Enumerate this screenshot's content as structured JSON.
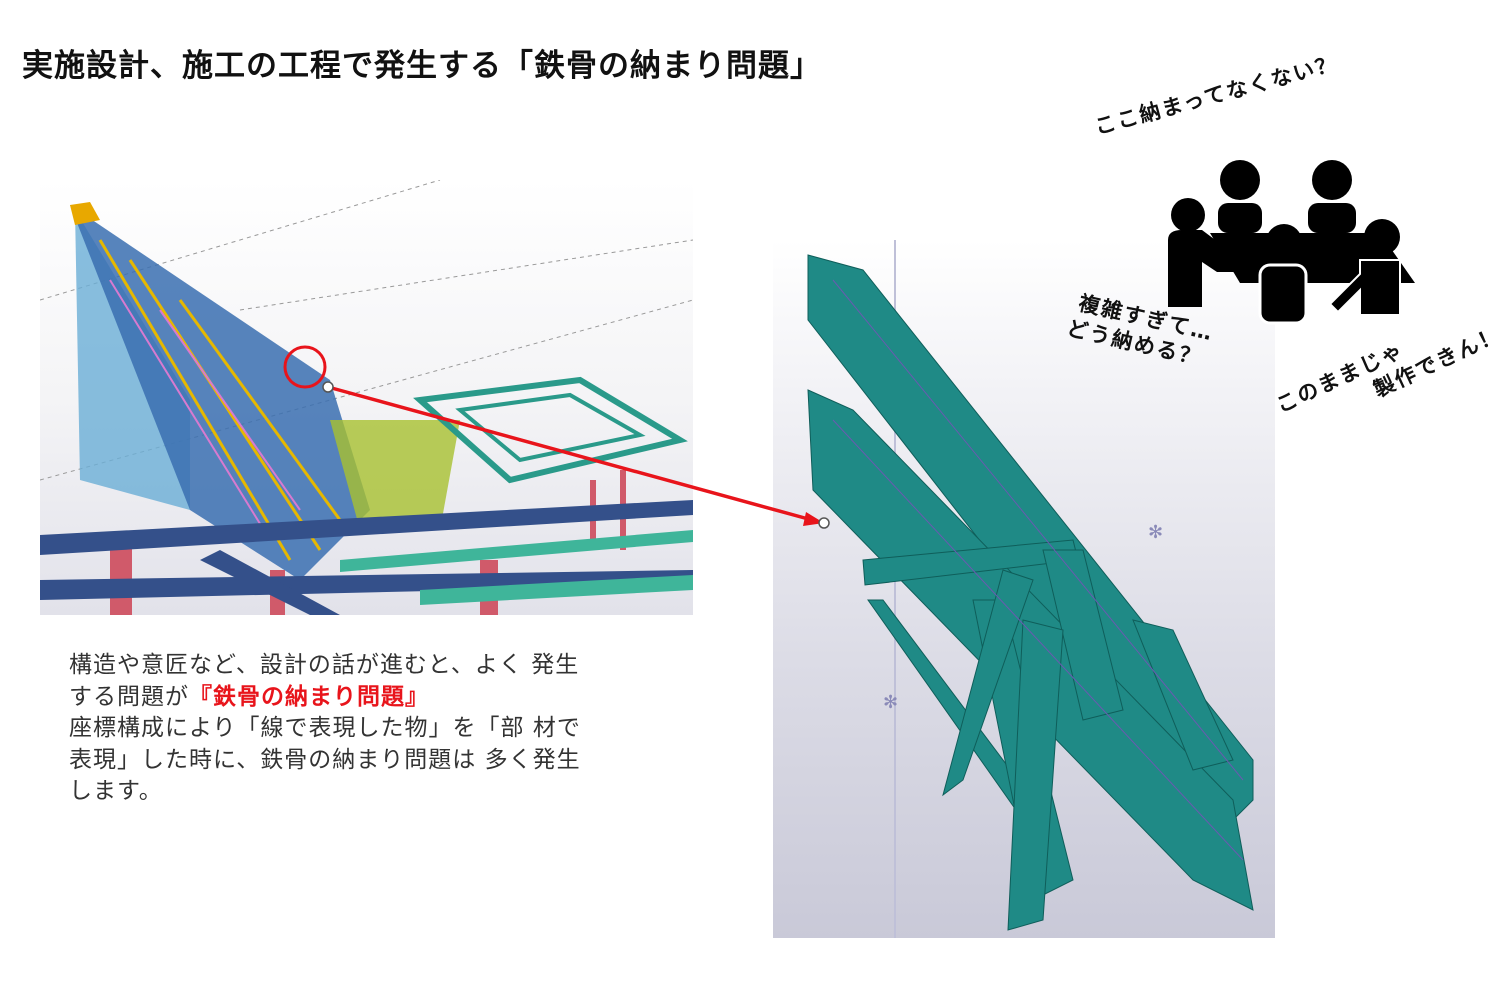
{
  "title": "実施設計、施工の工程で発生する「鉄骨の納まり問題」",
  "description": {
    "line1": "構造や意匠など、設計の話が進むと、よく 発生",
    "line2_prefix": "する問題が",
    "line2_highlight": "『鉄骨の納まり問題』",
    "line3": "座標構成により「線で表現した物」を「部 材で",
    "line4": "表現」した時に、鉄骨の納まり問題は 多く発生",
    "line5": "します。"
  },
  "speech": {
    "top": "ここ納まってなくない？",
    "left_line1": "複雑すぎて…",
    "left_line2": "どう納める？",
    "right_line1": "このままじゃ",
    "right_line2": "製作できん！"
  },
  "colors": {
    "highlight": "#e8141b",
    "arrow": "#e8141b",
    "steel": "#1f8a86",
    "beam_blue": "#34508a"
  }
}
